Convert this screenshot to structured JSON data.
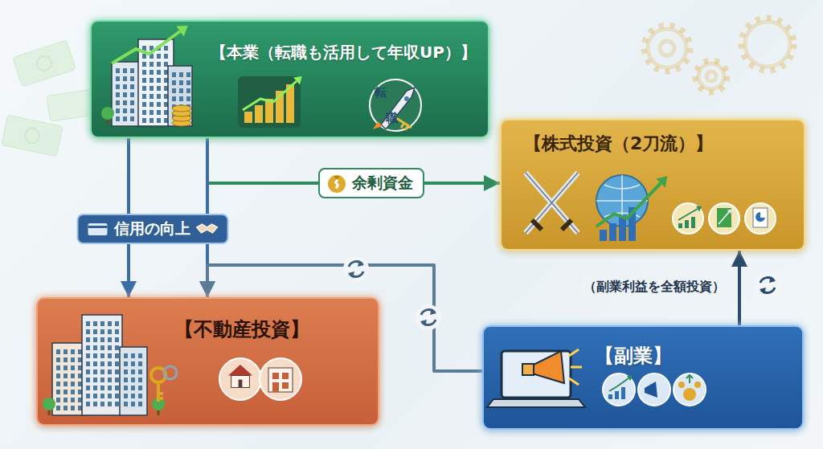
{
  "diagram": {
    "nodes": [
      {
        "text": [
          "【本業（転職も活用して年収UP）】"
        ]
      },
      {
        "text": [
          "【株式投資（2刀流）】"
        ]
      },
      {
        "text": [
          "【不動産投資】"
        ]
      },
      {
        "text": [
          "【副業】"
        ]
      }
    ],
    "edges": [
      {
        "from": 0,
        "to": 1,
        "arrow": "to",
        "label": "余剰資金"
      },
      {
        "from": 0,
        "to": 2,
        "arrow": "to",
        "label": "信用の向上"
      },
      {
        "from": 0,
        "to": 2,
        "arrow": "to"
      },
      {
        "from": 3,
        "to": 2,
        "arrow": "to"
      },
      {
        "from": 3,
        "to": 1,
        "arrow": "to",
        "label": "（副業利益を全額投資）"
      }
    ],
    "labels": [
      "転",
      "職"
    ]
  }
}
